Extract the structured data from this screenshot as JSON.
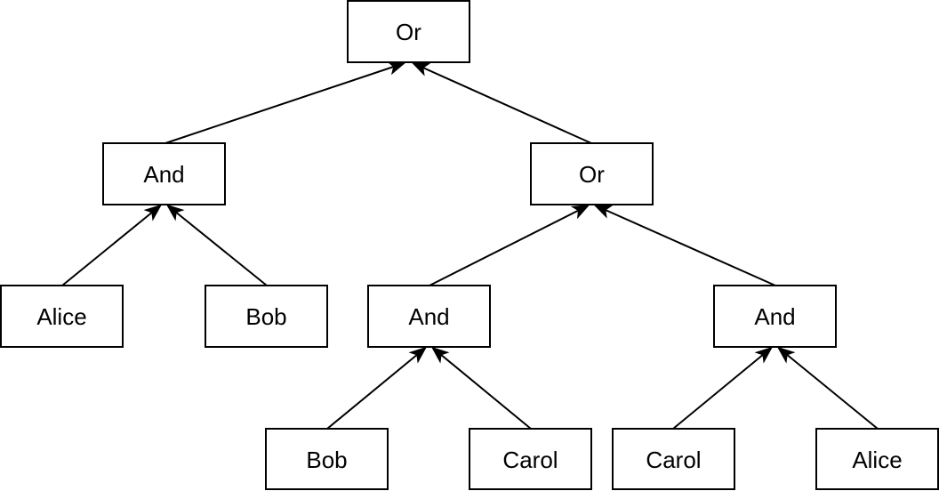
{
  "diagram": {
    "nodes": {
      "root": {
        "label": "Or"
      },
      "and_left": {
        "label": "And"
      },
      "or_right": {
        "label": "Or"
      },
      "alice_1": {
        "label": "Alice"
      },
      "bob_1": {
        "label": "Bob"
      },
      "and_mid": {
        "label": "And"
      },
      "and_right": {
        "label": "And"
      },
      "bob_2": {
        "label": "Bob"
      },
      "carol_1": {
        "label": "Carol"
      },
      "carol_2": {
        "label": "Carol"
      },
      "alice_2": {
        "label": "Alice"
      }
    },
    "edges": [
      {
        "from": "and_left",
        "to": "root"
      },
      {
        "from": "or_right",
        "to": "root"
      },
      {
        "from": "alice_1",
        "to": "and_left"
      },
      {
        "from": "bob_1",
        "to": "and_left"
      },
      {
        "from": "and_mid",
        "to": "or_right"
      },
      {
        "from": "and_right",
        "to": "or_right"
      },
      {
        "from": "bob_2",
        "to": "and_mid"
      },
      {
        "from": "carol_1",
        "to": "and_mid"
      },
      {
        "from": "carol_2",
        "to": "and_right"
      },
      {
        "from": "alice_2",
        "to": "and_right"
      }
    ],
    "colors": {
      "stroke": "#000000",
      "fill": "#ffffff",
      "text": "#000000"
    }
  }
}
